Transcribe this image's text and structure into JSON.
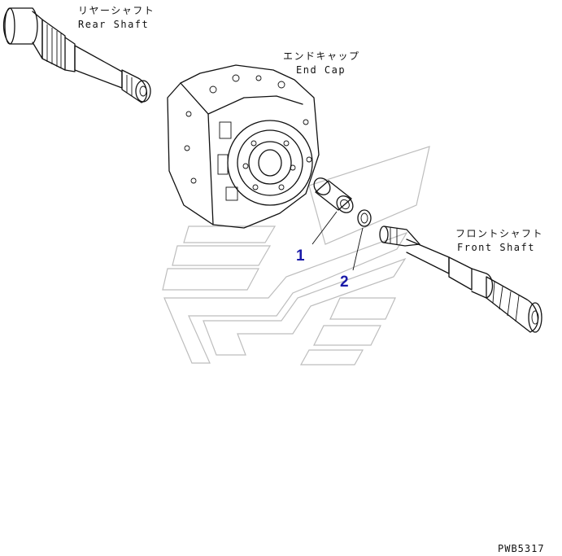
{
  "labels": {
    "rear_shaft_jp": "リヤーシャフト",
    "rear_shaft_en": "Rear Shaft",
    "end_cap_jp": "エンドキャップ",
    "end_cap_en": "End Cap",
    "front_shaft_jp": "フロントシャフト",
    "front_shaft_en": "Front Shaft"
  },
  "callouts": [
    "1",
    "2"
  ],
  "drawing_code": "PWB5317",
  "colors": {
    "line": "#111111",
    "callout": "#1a1aa8",
    "watermark": "#bdbdbd"
  }
}
